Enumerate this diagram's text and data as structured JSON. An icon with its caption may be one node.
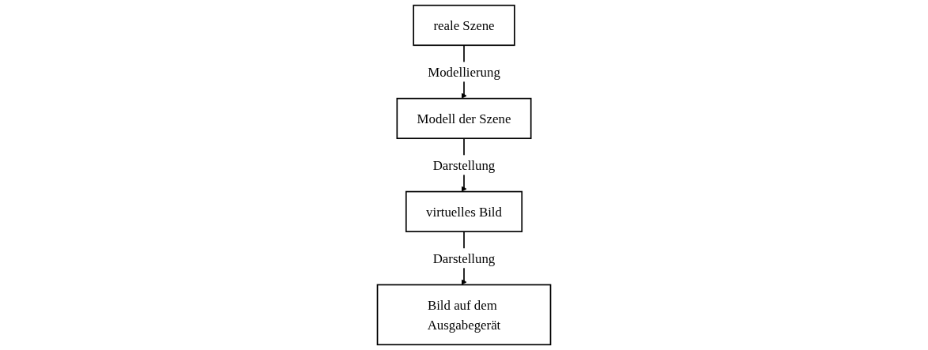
{
  "diagram": {
    "nodes": [
      {
        "text": [
          "reale Szene"
        ]
      },
      {
        "text": [
          "Modell der Szene"
        ]
      },
      {
        "text": [
          "virtuelles Bild"
        ]
      },
      {
        "text": [
          "Bild auf dem Ausgabegerät"
        ]
      }
    ],
    "edges": [
      {
        "from": 0,
        "to": 1,
        "arrow": "to",
        "label": "Modellierung"
      },
      {
        "from": 1,
        "to": 2,
        "arrow": "to",
        "label": "Darstellung"
      },
      {
        "from": 2,
        "to": 3,
        "arrow": "to",
        "label": "Darstellung"
      }
    ]
  }
}
